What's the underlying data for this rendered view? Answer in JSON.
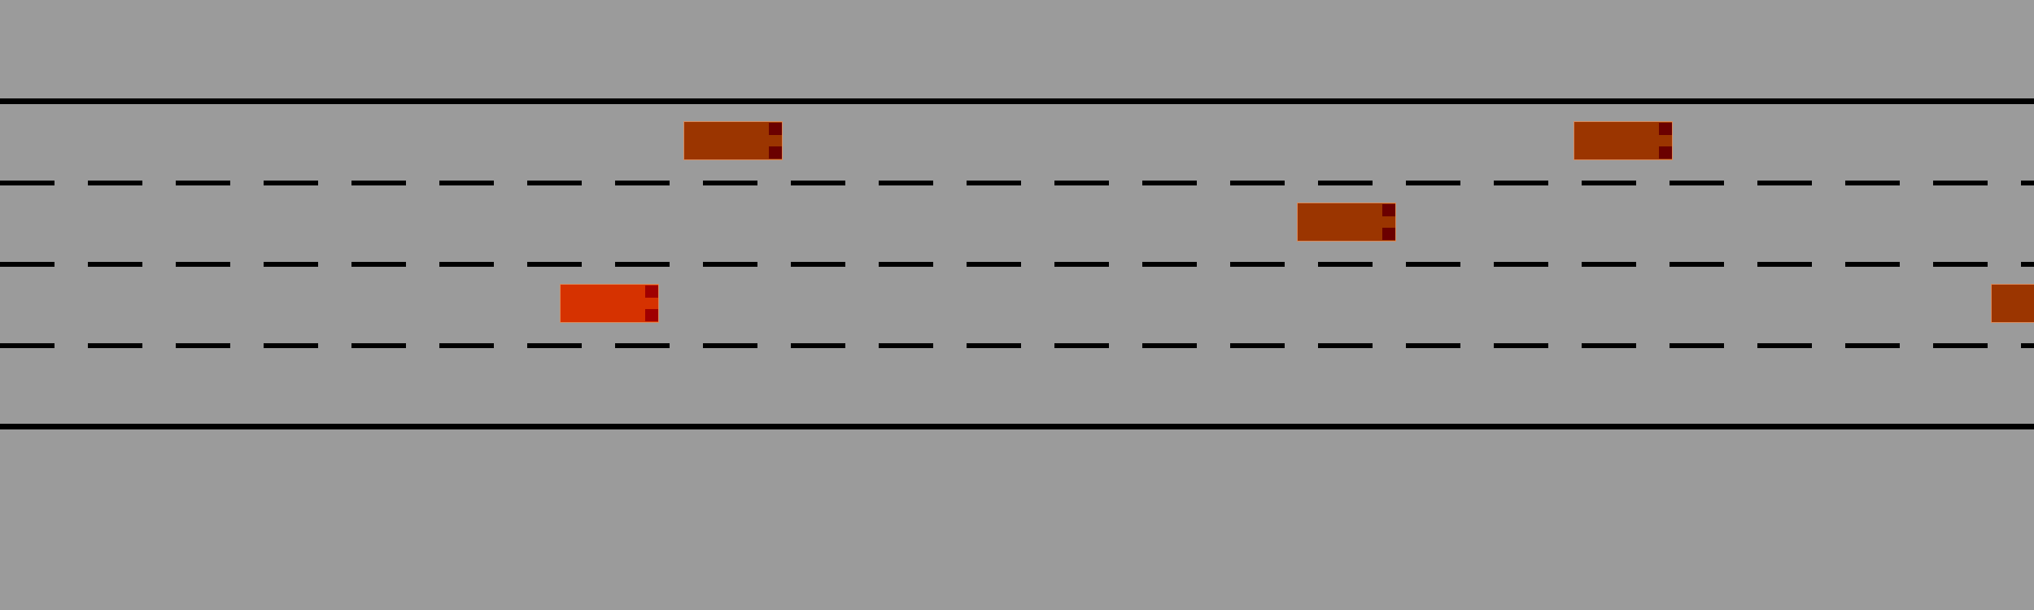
{
  "scene": {
    "road_color": "#9b9b9b",
    "line_color": "#000000",
    "lane_count": 4
  },
  "vehicles": [
    {
      "id": "car-1",
      "lane": 1,
      "role": "other",
      "color": "#9b3500",
      "light_color": "#6b0000"
    },
    {
      "id": "car-2",
      "lane": 1,
      "role": "other",
      "color": "#9b3500",
      "light_color": "#6b0000"
    },
    {
      "id": "car-3",
      "lane": 2,
      "role": "other",
      "color": "#9b3500",
      "light_color": "#6b0000"
    },
    {
      "id": "car-4",
      "lane": 3,
      "role": "ego",
      "color": "#d63200",
      "light_color": "#a00000"
    },
    {
      "id": "car-5",
      "lane": 3,
      "role": "other",
      "color": "#9b3500",
      "light_color": "#6b0000"
    }
  ]
}
